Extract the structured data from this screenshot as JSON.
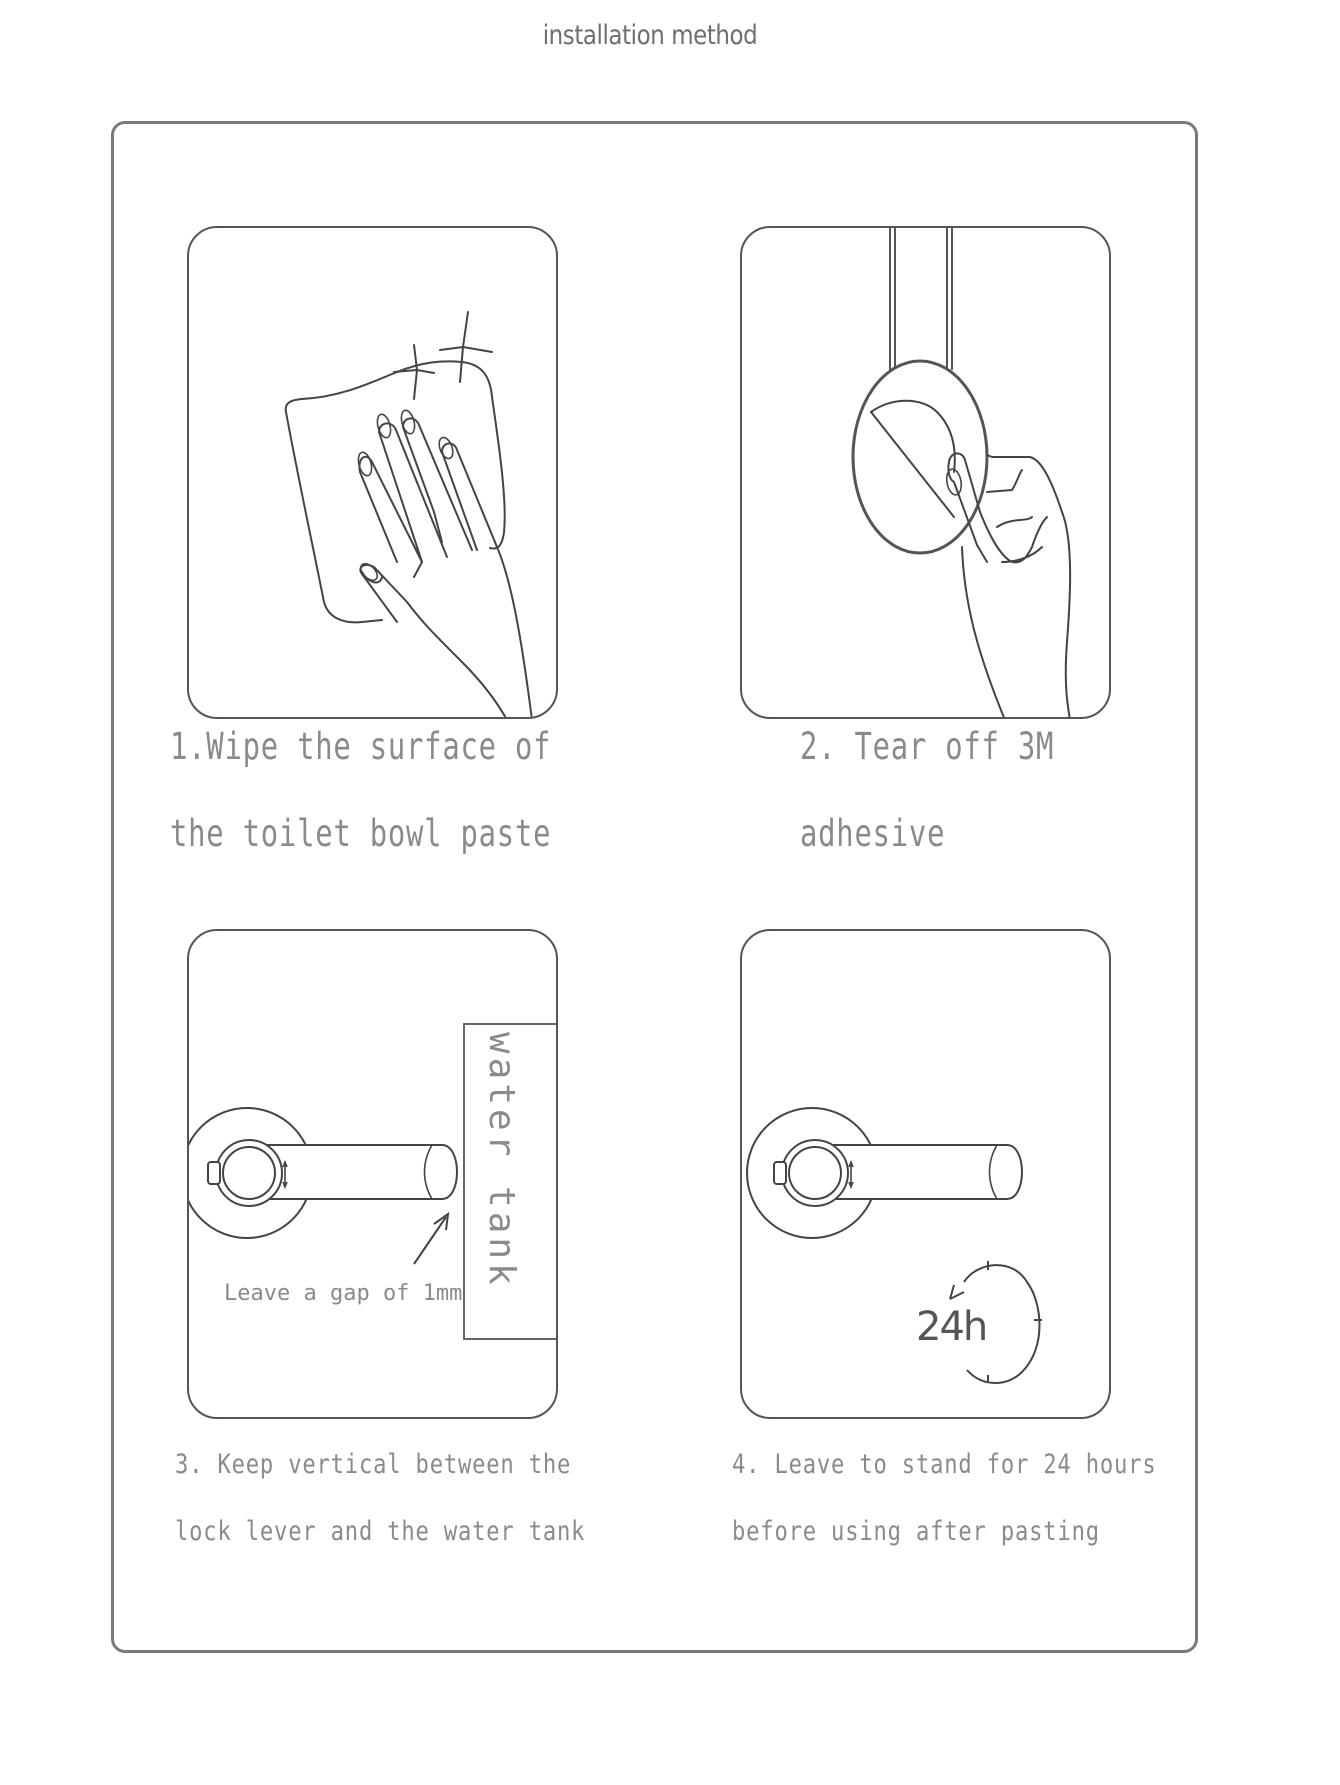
{
  "page": {
    "title": "installation method"
  },
  "steps": [
    {
      "number": "1",
      "caption_line1": "1.Wipe the surface of",
      "caption_line2": "the toilet bowl paste",
      "illustration": "hand-wiping-cloth-with-sparkles"
    },
    {
      "number": "2",
      "caption_line1": "2. Tear off 3M",
      "caption_line2": "adhesive",
      "illustration": "hand-peeling-adhesive-disc"
    },
    {
      "number": "3",
      "caption_line1": "3. Keep vertical between the",
      "caption_line2": "lock lever and the water tank",
      "illustration": "lock-lever-next-to-water-tank",
      "tank_label": "water tank",
      "gap_note": "Leave a gap of 1mm"
    },
    {
      "number": "4",
      "caption_line1": "4. Leave to stand for 24 hours",
      "caption_line2": "before using after pasting",
      "illustration": "lock-lever-with-24h-clock",
      "clock_label": "24h"
    }
  ],
  "colors": {
    "line": "#555555",
    "caption_text": "#8a8a8a",
    "frame": "#7a7a7a",
    "background": "#ffffff"
  }
}
